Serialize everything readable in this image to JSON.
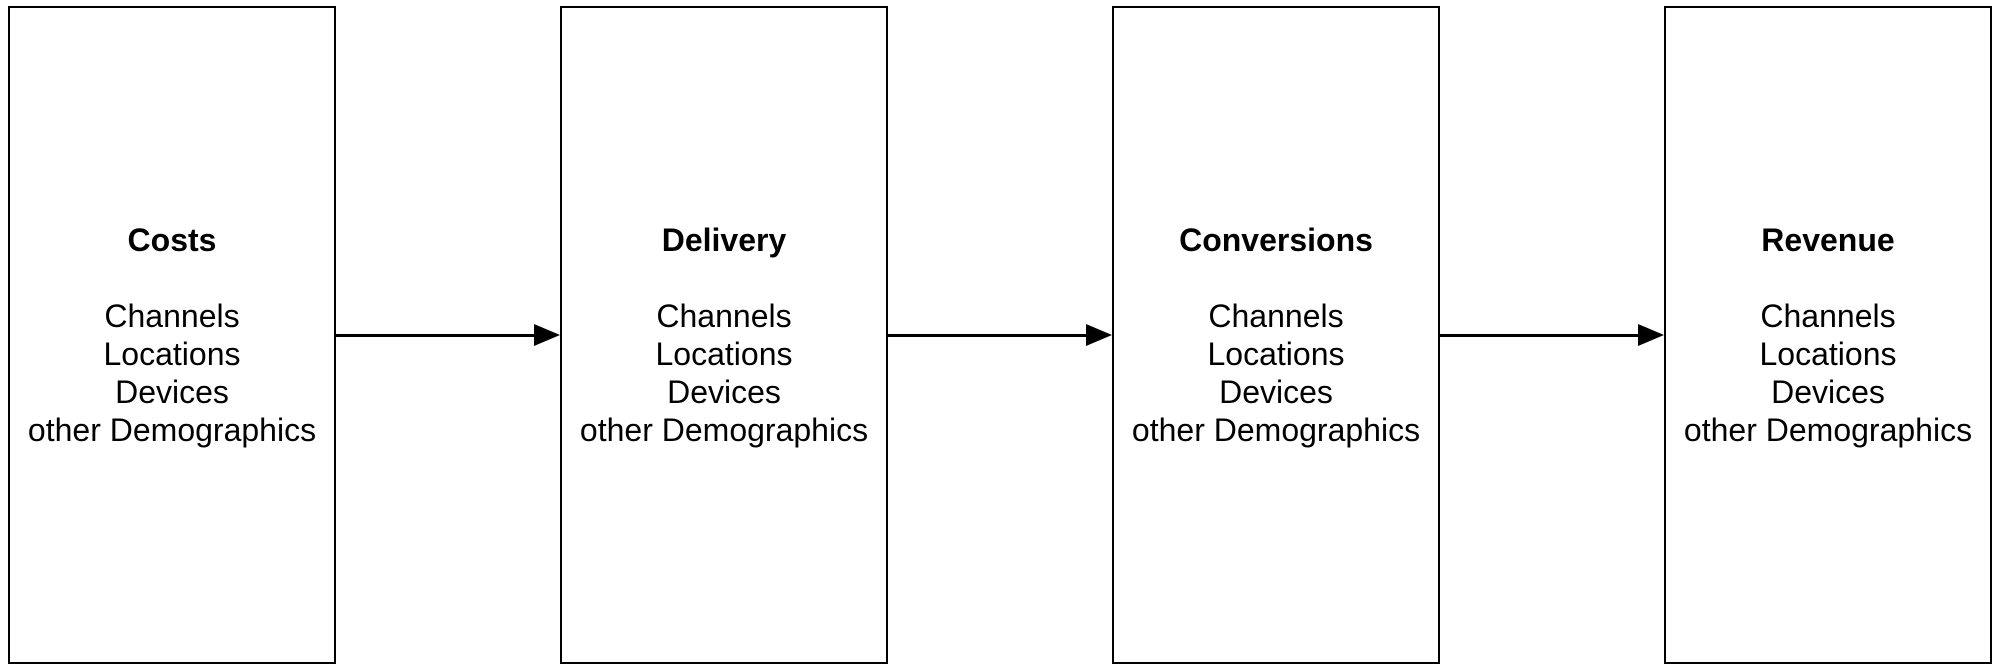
{
  "diagram": {
    "type": "flowchart",
    "direction": "left-to-right",
    "background_color": "#ffffff",
    "node_fill_color": "#ffffff",
    "node_border_color": "#000000",
    "text_color": "#000000",
    "arrow_color": "#000000",
    "nodes": [
      {
        "title": "Costs",
        "lines": [
          "Channels",
          "Locations",
          "Devices",
          "other Demographics"
        ]
      },
      {
        "title": "Delivery",
        "lines": [
          "Channels",
          "Locations",
          "Devices",
          "other Demographics"
        ]
      },
      {
        "title": "Conversions",
        "lines": [
          "Channels",
          "Locations",
          "Devices",
          "other Demographics"
        ]
      },
      {
        "title": "Revenue",
        "lines": [
          "Channels",
          "Locations",
          "Devices",
          "other Demographics"
        ]
      }
    ],
    "connectors": [
      {
        "from": "Costs",
        "to": "Delivery",
        "arrow": "right"
      },
      {
        "from": "Delivery",
        "to": "Conversions",
        "arrow": "right"
      },
      {
        "from": "Conversions",
        "to": "Revenue",
        "arrow": "right"
      }
    ]
  }
}
